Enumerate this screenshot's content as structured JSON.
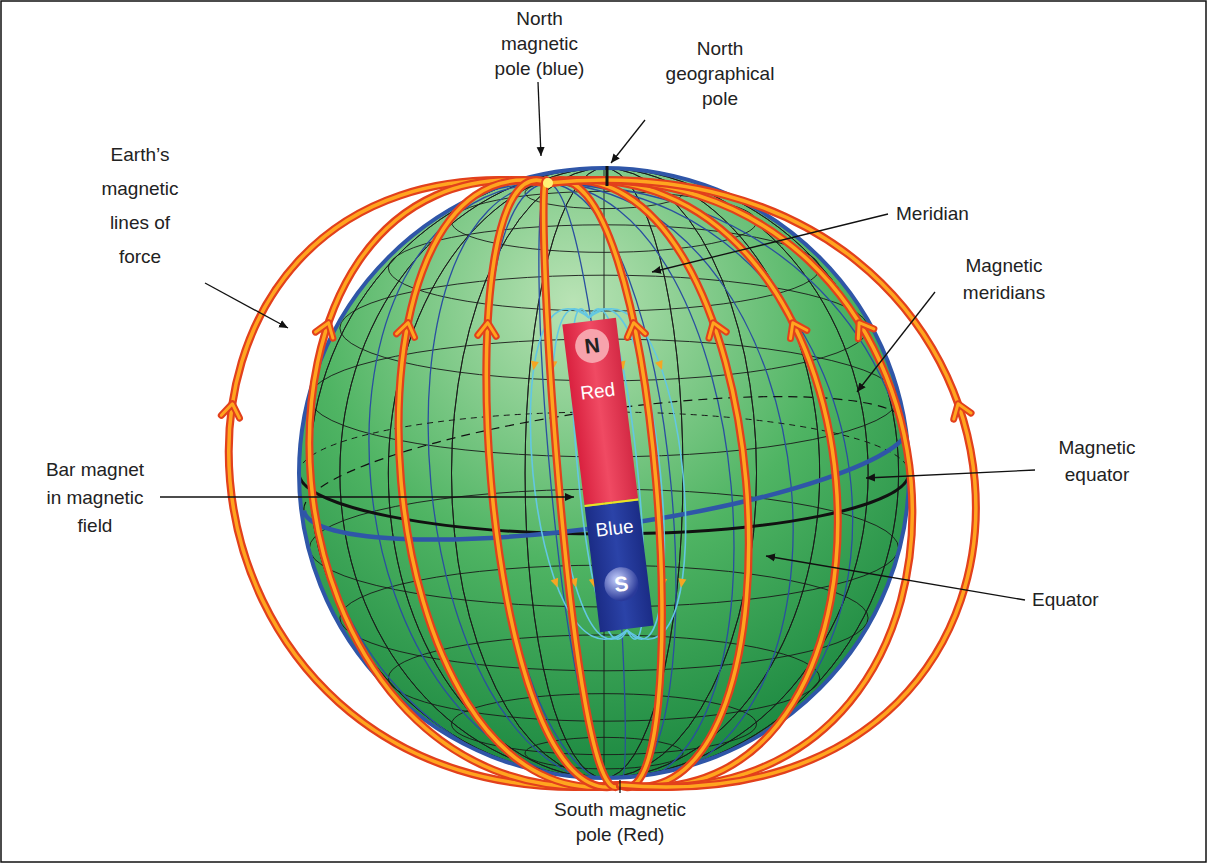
{
  "diagram": {
    "nodes": [
      {
        "text": [
          "N",
          "Red"
        ]
      },
      {
        "text": [
          "Blue",
          "S"
        ]
      }
    ],
    "labels": [
      "North magnetic pole (blue)",
      "North geographical pole",
      "Meridian",
      "Earth’s magnetic lines of force",
      "Magnetic meridians",
      "Bar magnet in magnetic field",
      "Magnetic equator",
      "Equator",
      "South magnetic pole (Red)"
    ]
  }
}
